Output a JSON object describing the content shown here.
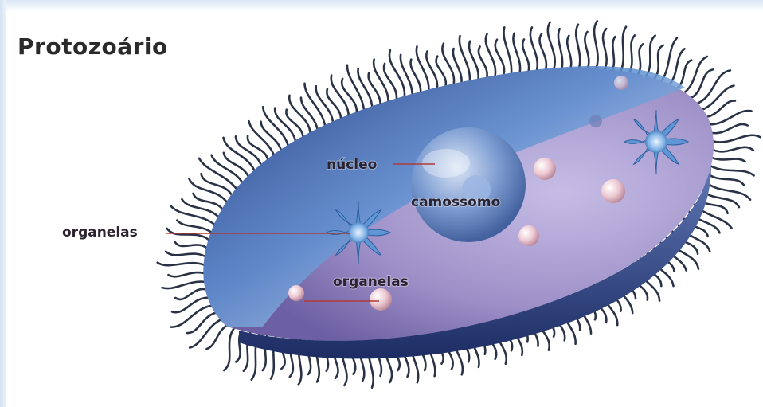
{
  "title": "Protozoário",
  "labels": {
    "nucleo": "núcleo",
    "cariossomo": "camossomo",
    "organelas_left": "organelas",
    "organelas_inner": "organelas"
  },
  "colors": {
    "cilia": "#2a3246",
    "body_lavender": "#9f91c8",
    "body_blue": "#3f6fb0",
    "nucleus": "#6f8fc8",
    "label_line": "#b03a3a",
    "organelle_pink": "#e9c8cf"
  }
}
